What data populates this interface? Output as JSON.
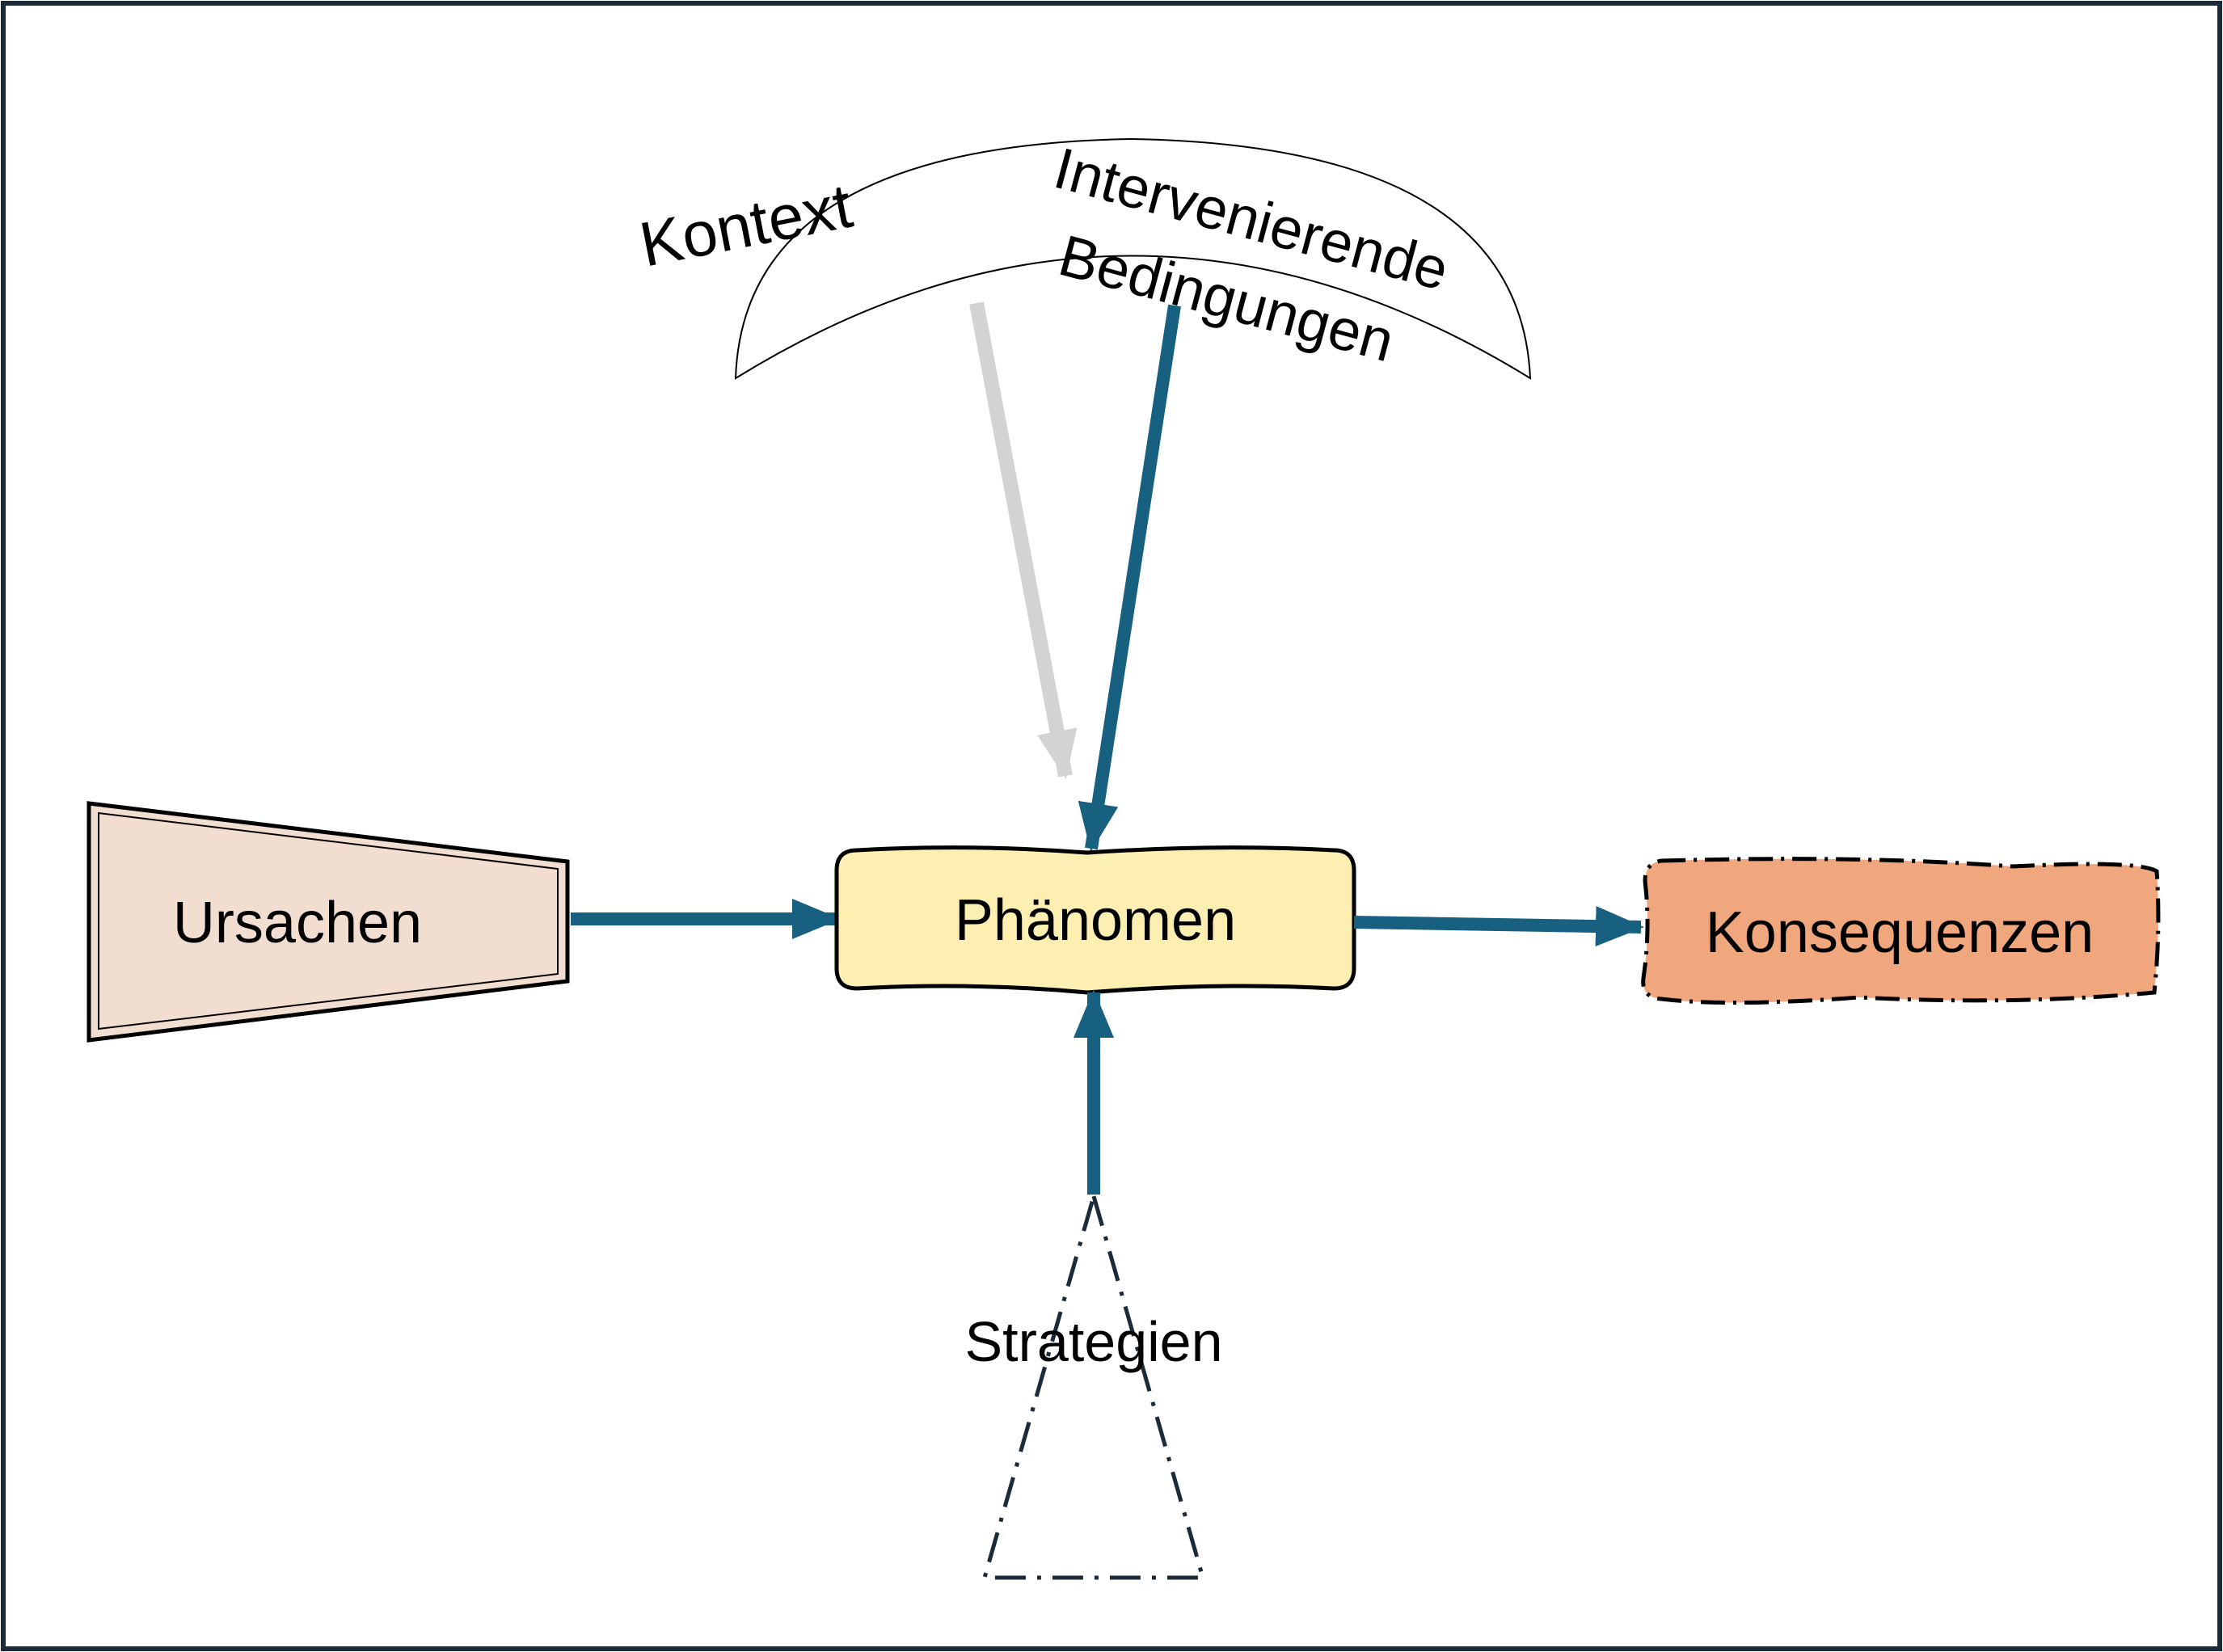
{
  "labels": {
    "kontext": "Kontext",
    "intervenierende": "Intervenierende",
    "bedingungen": "Bedingungen",
    "ursachen": "Ursachen",
    "phaenomen": "Phänomen",
    "konsequenzen": "Konsequenzen",
    "strategien": "Strategien"
  },
  "colors": {
    "frame": "#1c2b3a",
    "arrow": "#17607f",
    "arrow_context": "#d3d3d3",
    "ursachen_fill": "#f2ddd1",
    "phaenomen_fill": "#fdefb2",
    "konsequenzen_fill": "#f0a77e",
    "outline": "#000000"
  }
}
